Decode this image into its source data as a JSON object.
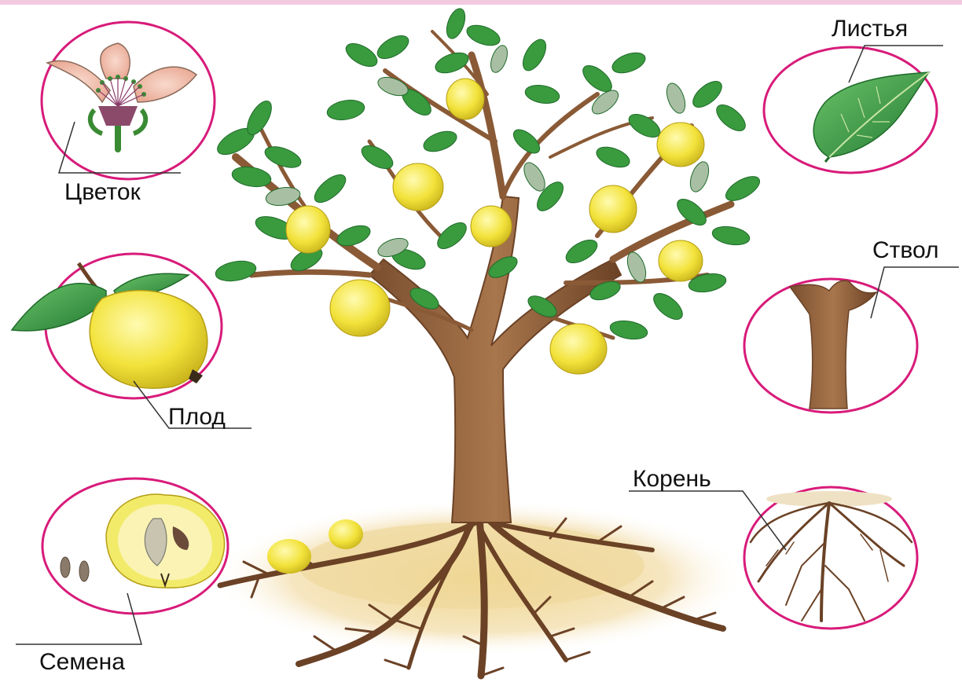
{
  "labels": {
    "flower": "Цветок",
    "fruit": "Плод",
    "seeds": "Семена",
    "leaves": "Листья",
    "trunk": "Ствол",
    "root": "Корень"
  },
  "colors": {
    "circle": "#d81b7a",
    "leaf": "#3a9a3e",
    "leaf_dark": "#1f6b2a",
    "leaf_pale": "#a9bfa4",
    "bark": "#9b6a44",
    "bark_dark": "#6b4226",
    "fruit": "#f2e23a",
    "soil": "#efd79a"
  }
}
